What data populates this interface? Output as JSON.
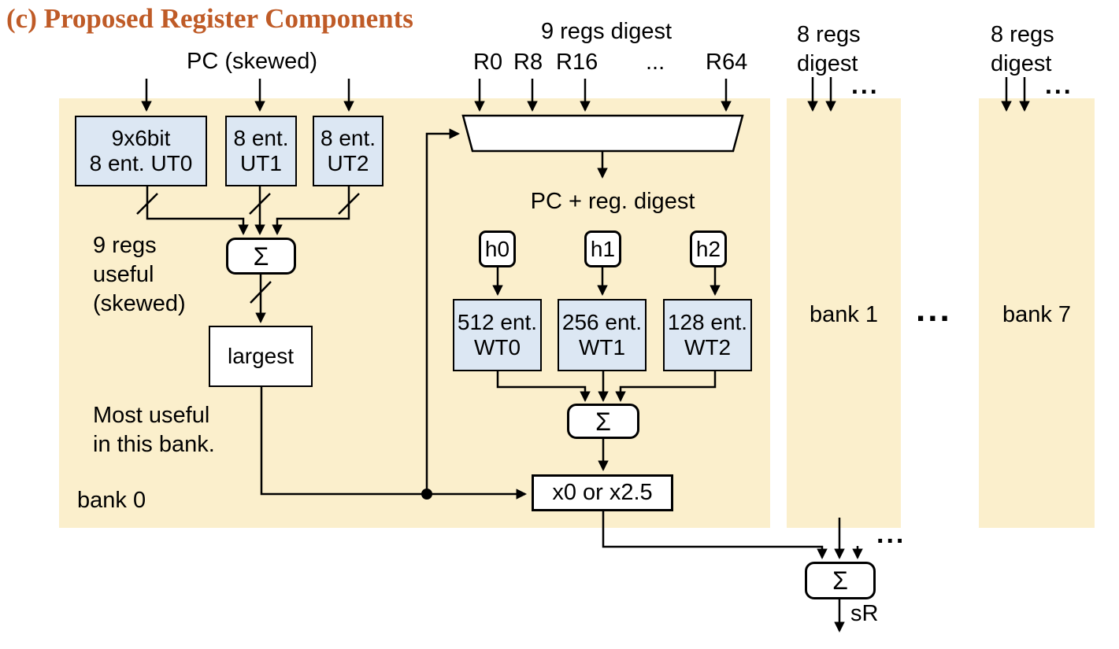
{
  "title": "(c) Proposed Register Components",
  "colors": {
    "bank_fill": "#fbefcc",
    "box_blue": "#dce7f3",
    "title_color": "#bf5b27",
    "line": "#000000"
  },
  "top_labels": {
    "pc": "PC (skewed)",
    "nine_regs": "9 regs digest",
    "regs": [
      "R0",
      "R8",
      "R16",
      "...",
      "R64"
    ],
    "eight_regs": {
      "l1": "8 regs",
      "l2": "digest"
    }
  },
  "bank0": {
    "label": "bank 0",
    "ut0": {
      "l1": "9x6bit",
      "l2": "8 ent. UT0"
    },
    "ut1": {
      "l1": "8 ent.",
      "l2": "UT1"
    },
    "ut2": {
      "l1": "8 ent.",
      "l2": "UT2"
    },
    "sigma": "Σ",
    "useful": {
      "l1": "9 regs",
      "l2": "useful",
      "l3": "(skewed)"
    },
    "largest": "largest",
    "most_useful": {
      "l1": "Most useful",
      "l2": "in this bank."
    },
    "pc_reg_digest": "PC + reg. digest",
    "h": [
      "h0",
      "h1",
      "h2"
    ],
    "wt0": {
      "l1": "512 ent.",
      "l2": "WT0"
    },
    "wt1": {
      "l1": "256 ent.",
      "l2": "WT1"
    },
    "wt2": {
      "l1": "128 ent.",
      "l2": "WT2"
    },
    "scale": "x0 or x2.5"
  },
  "banks": {
    "bank1": "bank 1",
    "bank7": "bank 7"
  },
  "output": {
    "sigma": "Σ",
    "sr": "sR"
  },
  "dots": "..."
}
